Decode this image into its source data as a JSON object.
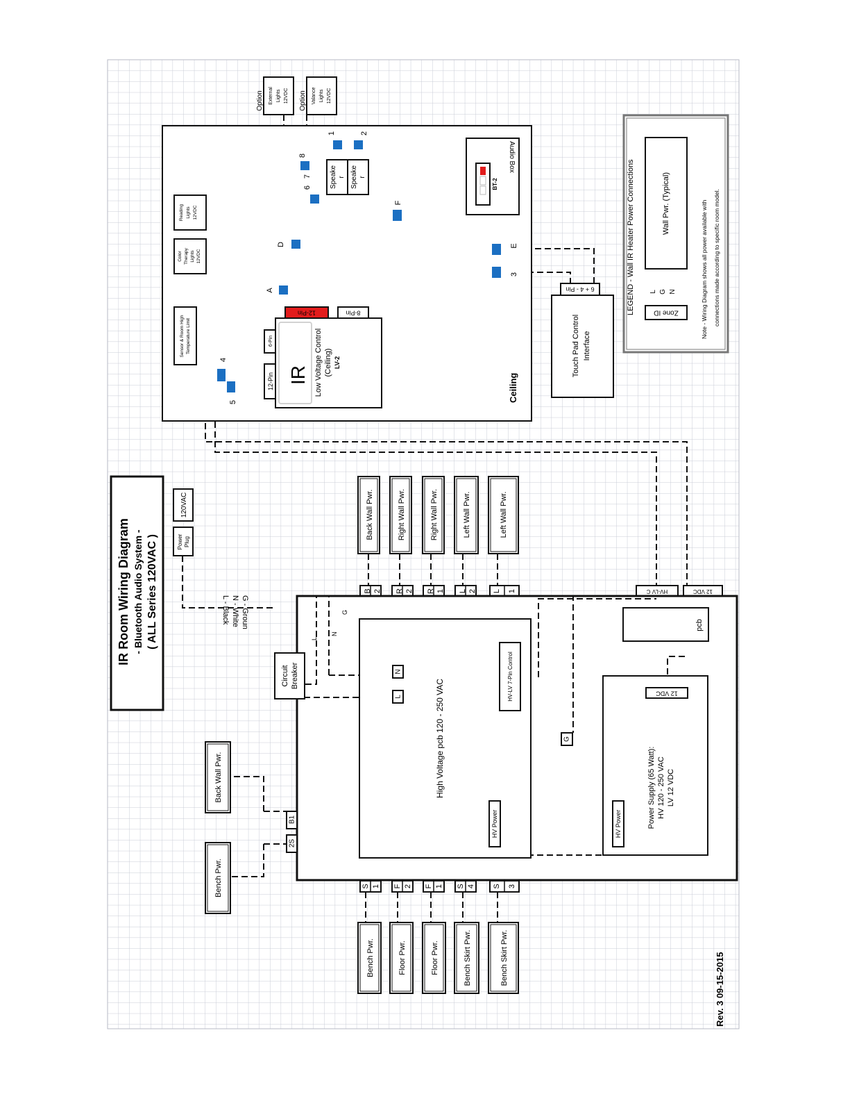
{
  "title": {
    "line1": "IR Room Wiring Diagram",
    "line2": "- Bluetooth Audio System -",
    "line3": "( ALL Series 120VAC )"
  },
  "revision": "Rev. 3  09-15-2015",
  "wire_key": [
    "L - Black",
    "N - White",
    "G - Groun"
  ],
  "power": {
    "plug": [
      "Power",
      "Plug"
    ],
    "vac": "120VAC",
    "breaker": [
      "Circuit",
      "Breaker"
    ]
  },
  "ceiling": {
    "label": "Ceiling",
    "controller": {
      "ir": "IR",
      "name": "Low Voltage Control",
      "sub": "(Ceiling)",
      "model": "LV-2",
      "port_6pin": "6-Pin",
      "port_12pin": "12-Pin",
      "port_12pin_top": "12-Pin",
      "port_8pin": "8-Pin"
    },
    "sensor": [
      "Sensor & Room High",
      "Temperature Limit"
    ],
    "color_lights": [
      "Color",
      "Therapy",
      "Lights",
      "12VDC"
    ],
    "reading_lights": [
      "Reading",
      "Lights",
      "12VDC"
    ],
    "speaker1": [
      "Speake",
      "r"
    ],
    "speaker2": [
      "Speake",
      "r"
    ],
    "audio_box": "Audio Box",
    "bt": "BT-2",
    "connectors": {
      "a": "A",
      "d": "D",
      "f": "F",
      "e": "E",
      "c3": "3",
      "c1": "1",
      "c2": "2",
      "c4": "4",
      "c5": "5",
      "c6": "6",
      "c7": "7",
      "c8": "8"
    }
  },
  "options": {
    "external": {
      "tag": "Option",
      "text": [
        "External",
        "Lights",
        "12VDC"
      ]
    },
    "valance": {
      "tag": "Option",
      "text": [
        "Valance",
        "Lights",
        "12VDC"
      ]
    }
  },
  "touchpad": {
    "text": [
      "Touch Pad Control",
      "Interface"
    ],
    "port": "6 + 4 - Pin"
  },
  "legend": {
    "title": "LEGEND - Wall IR Heater Power Connections",
    "box": "Wall Pwr. (Typical)",
    "zone": "Zone ID",
    "pins": [
      "L",
      "G",
      "N"
    ],
    "note": [
      "Note - Wiring Diagram shows all power available with",
      "connections made according to specific room model."
    ]
  },
  "upper_heaters": [
    "Back Wall Pwr.",
    "Right Wall Pwr.",
    "Right Wall Pwr.",
    "Left Wall Pwr.",
    "Left Wall Pwr."
  ],
  "upper_ports": [
    [
      "B",
      "2"
    ],
    [
      "R",
      "2"
    ],
    [
      "R",
      "1"
    ],
    [
      "L",
      "2"
    ],
    [
      "L",
      "1"
    ]
  ],
  "side_ports": [
    "HV-LV C",
    "12 VDC"
  ],
  "lower_heaters": [
    "Bench Pwr.",
    "Floor Pwr.",
    "Floor Pwr.",
    "Bench Skirt Pwr.",
    "Bench Skirt Pwr."
  ],
  "lower_ports": [
    [
      "S",
      "1"
    ],
    [
      "F",
      "2"
    ],
    [
      "F",
      "1"
    ],
    [
      "S",
      "4"
    ],
    [
      "S",
      "3"
    ]
  ],
  "left_heaters": [
    "Back Wall Pwr.",
    "Bench Pwr."
  ],
  "left_ports": [
    "B1",
    "2S"
  ],
  "cabinet": {
    "wire_l": "L",
    "wire_n": "N",
    "wire_g": "G",
    "hv_pcb": "High Voltage pcb  120 - 250 VAC",
    "term_n": "N",
    "term_l": "L",
    "term_g": "G",
    "hvlv": "HV-LV 7-Pin Control",
    "hv_power1": "HV Power",
    "pcb": "pcb",
    "psu_title": "Power Supply (65 Watt):",
    "psu_hv": "HV 120 - 250 VAC",
    "psu_lv": "LV 12 VDC",
    "psu_12vdc": "12 VDC",
    "hv_power2": "HV Power"
  },
  "colors": {
    "grid": "#c9ccd6",
    "connector": "#1b6fc2",
    "red": "#e21c1c",
    "line": "#111111"
  }
}
